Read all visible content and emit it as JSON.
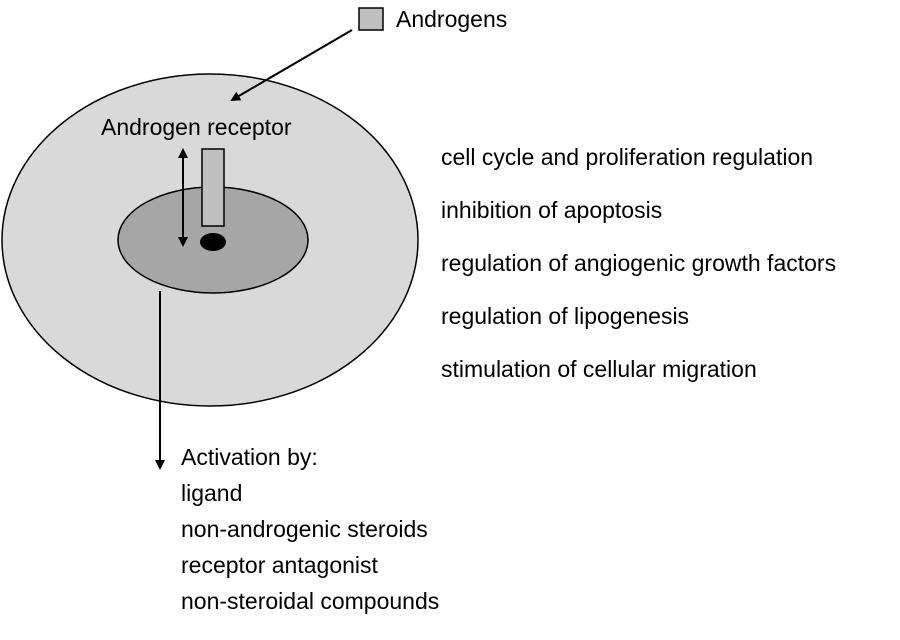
{
  "diagram": {
    "title": "",
    "androgens_label": "Androgens",
    "receptor_label": "Androgen receptor",
    "effects": [
      "cell cycle and proliferation regulation",
      "inhibition of apoptosis",
      "regulation of angiogenic growth factors",
      "regulation of lipogenesis",
      "stimulation of cellular migration"
    ],
    "activation_heading": "Activation by:",
    "activation_items": [
      "ligand",
      "non-androgenic steroids",
      "receptor antagonist",
      "non-steroidal compounds"
    ]
  },
  "colors": {
    "cell_fill": "#d9d9d9",
    "nucleus_fill": "#a6a6a6",
    "androgen_box_fill": "#c0c0c0",
    "receptor_bar_fill": "#c0c0c0",
    "dna_dot_fill": "#000000",
    "line_color": "#000000"
  }
}
